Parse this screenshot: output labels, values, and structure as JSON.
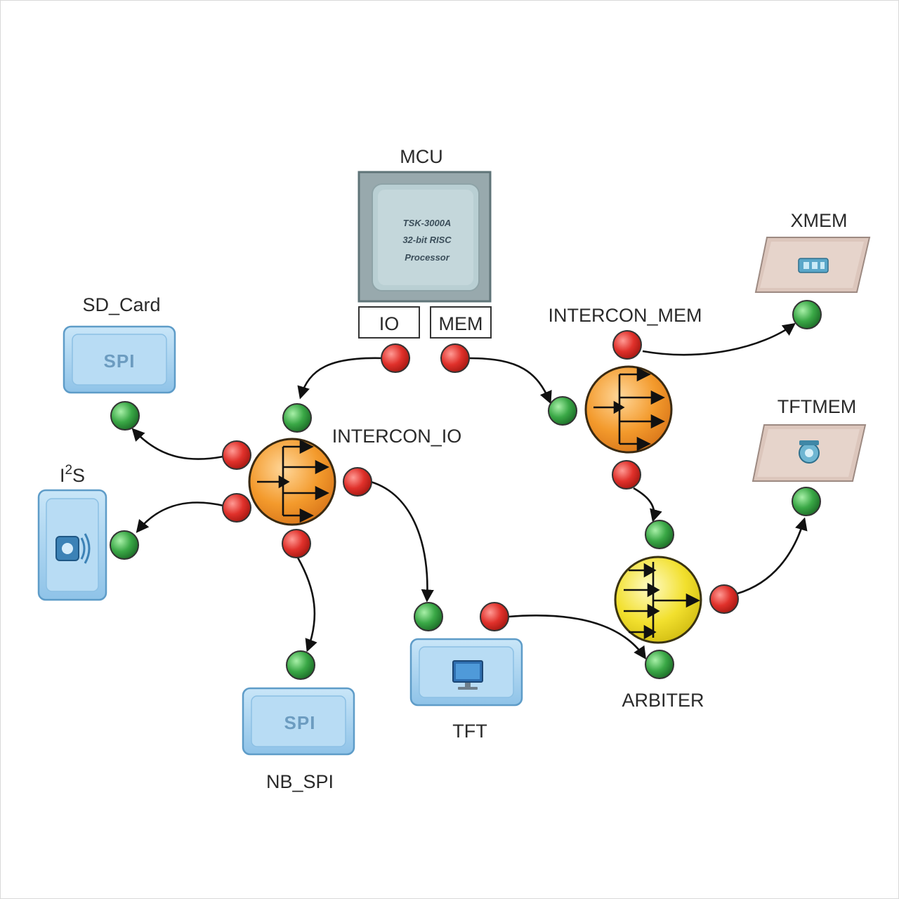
{
  "labels": {
    "mcu": "MCU",
    "xmem": "XMEM",
    "sd_card": "SD_Card",
    "intercon_mem": "INTERCON_MEM",
    "tftmem": "TFTMEM",
    "i2s_base": "I",
    "i2s_sup": "2",
    "i2s_tail": "S",
    "intercon_io": "INTERCON_IO",
    "arbiter": "ARBITER",
    "tft": "TFT",
    "nb_spi": "NB_SPI"
  },
  "mcu_chip": {
    "line1": "TSK-3000A",
    "line2": "32-bit RISC",
    "line3": "Processor",
    "port_io": "IO",
    "port_mem": "MEM"
  },
  "devices": {
    "sd_card_text": "SPI",
    "nb_spi_text": "SPI"
  },
  "colors": {
    "red_port": "#e0312b",
    "green_port": "#3aa846",
    "intercon": "#f39a2c",
    "arbiter": "#f2e02e",
    "device_blue": "#a9d4f0",
    "memory": "#dcc6bc",
    "chip": "#b9cfd3"
  }
}
